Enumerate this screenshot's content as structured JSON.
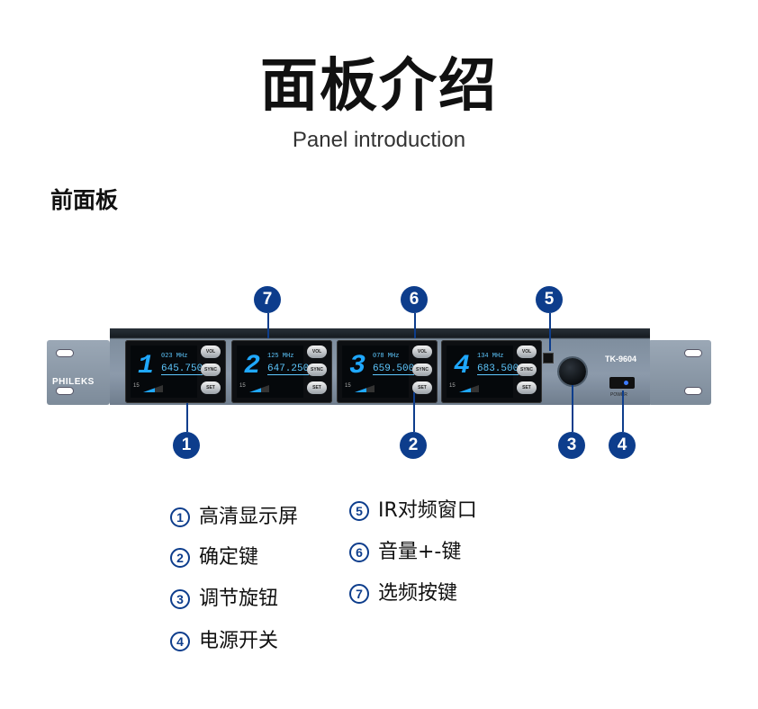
{
  "heading": {
    "title_cn": "面板介绍",
    "title_en": "Panel introduction"
  },
  "section": {
    "title": "前面板"
  },
  "device": {
    "brand": "PHILEKS",
    "model": "TK-9604",
    "power_label": "POWER",
    "channels": [
      {
        "num": "1",
        "small": "023 MHz",
        "freq": "645.750",
        "rf": "15"
      },
      {
        "num": "2",
        "small": "125 MHz",
        "freq": "647.250",
        "rf": "15"
      },
      {
        "num": "3",
        "small": "078 MHz",
        "freq": "659.500",
        "rf": "15"
      },
      {
        "num": "4",
        "small": "134 MHz",
        "freq": "683.500",
        "rf": "15"
      }
    ],
    "buttons": {
      "vol": "VOL",
      "sync": "SYNC",
      "set": "SET"
    }
  },
  "markers": [
    "1",
    "2",
    "3",
    "4",
    "5",
    "6",
    "7"
  ],
  "legend": [
    {
      "num": "1",
      "text": "高清显示屏"
    },
    {
      "num": "2",
      "text": "确定键"
    },
    {
      "num": "3",
      "text": "调节旋钮"
    },
    {
      "num": "4",
      "text": "电源开关"
    },
    {
      "num": "5",
      "text": "IR对频窗口"
    },
    {
      "num": "6",
      "text": "音量+-键"
    },
    {
      "num": "7",
      "text": "选频按键"
    }
  ],
  "colors": {
    "accent": "#0d3d8c",
    "display": "#1fa8ff"
  }
}
